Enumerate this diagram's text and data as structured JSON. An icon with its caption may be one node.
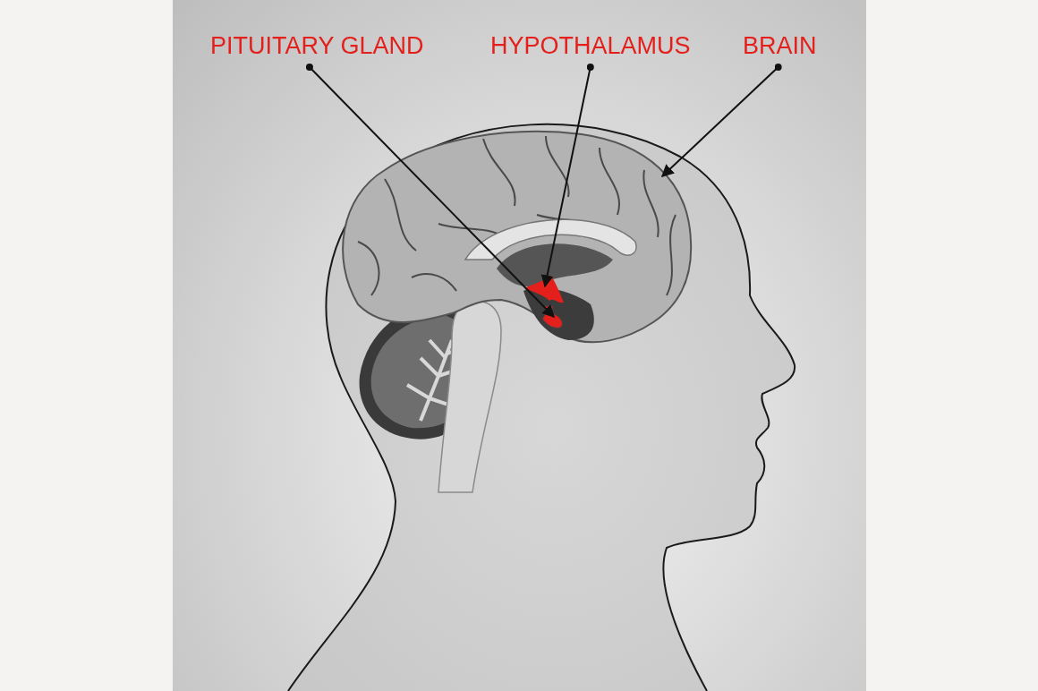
{
  "diagram": {
    "nodes": [
      {
        "text": [
          "PITUITARY GLAND"
        ]
      },
      {
        "text": [
          "HYPOTHALAMUS"
        ]
      },
      {
        "text": [
          "BRAIN"
        ]
      },
      {
        "text": [],
        "shape": "picture",
        "in": 5
      },
      {
        "text": [],
        "shape": "picture",
        "in": 5
      },
      {
        "text": [],
        "shape": "picture"
      }
    ],
    "edges": [
      {
        "from": 0,
        "to": 4,
        "arrow": "to"
      },
      {
        "from": 1,
        "to": 3,
        "arrow": "to"
      },
      {
        "from": 2,
        "to": 5,
        "arrow": "to"
      }
    ]
  }
}
